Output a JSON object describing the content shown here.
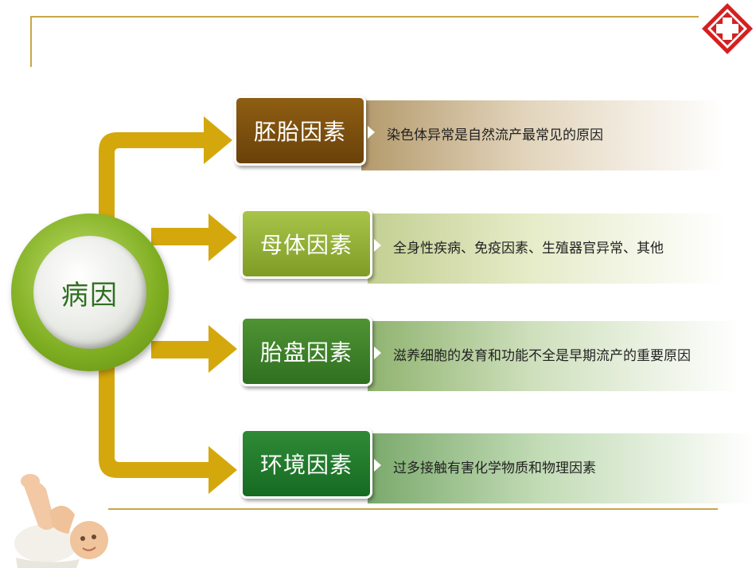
{
  "hub": {
    "label": "病因"
  },
  "causes": [
    {
      "title": "胚胎因素",
      "description": "染色体异常是自然流产最常见的原因"
    },
    {
      "title": "母体因素",
      "description": "全身性疾病、免疫因素、生殖器官异常、其他"
    },
    {
      "title": "胎盘因素",
      "description": "滋养细胞的发育和功能不全是早期流产的重要原因"
    },
    {
      "title": "环境因素",
      "description": "过多接触有害化学物质和物理因素"
    }
  ],
  "colors": {
    "accent_gold": "#d4a80c",
    "line_gold": "#c8a64a",
    "hub_green": "#7fae22",
    "logo_red": "#d42020"
  }
}
